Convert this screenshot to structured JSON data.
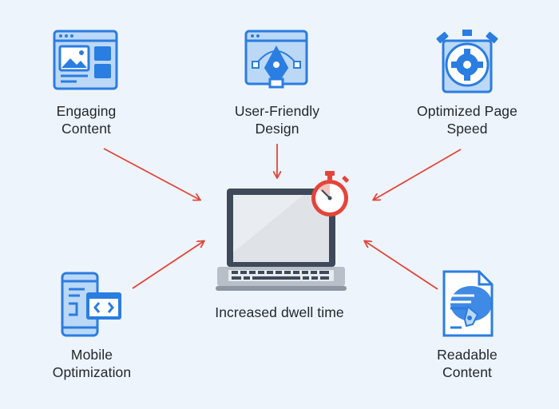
{
  "nodes": {
    "engaging": {
      "line1": "Engaging",
      "line2": "Content"
    },
    "design": {
      "line1": "User-Friendly",
      "line2": "Design"
    },
    "speed": {
      "line1": "Optimized Page",
      "line2": "Speed"
    },
    "mobile": {
      "line1": "Mobile",
      "line2": "Optimization"
    },
    "readable": {
      "line1": "Readable",
      "line2": "Content"
    },
    "center": {
      "label": "Increased dwell time"
    }
  },
  "colors": {
    "icon_blue": "#2a7de1",
    "icon_light": "#bcd8f7",
    "arrow_red": "#e4453a",
    "laptop_dark": "#3e4a59",
    "background": "#eef4fb"
  },
  "icons": {
    "engaging": "web-layout-icon",
    "design": "pen-tool-icon",
    "speed": "gear-stopwatch-icon",
    "mobile": "mobile-code-icon",
    "readable": "document-pen-icon",
    "center": "laptop-icon",
    "timer": "stopwatch-icon"
  }
}
